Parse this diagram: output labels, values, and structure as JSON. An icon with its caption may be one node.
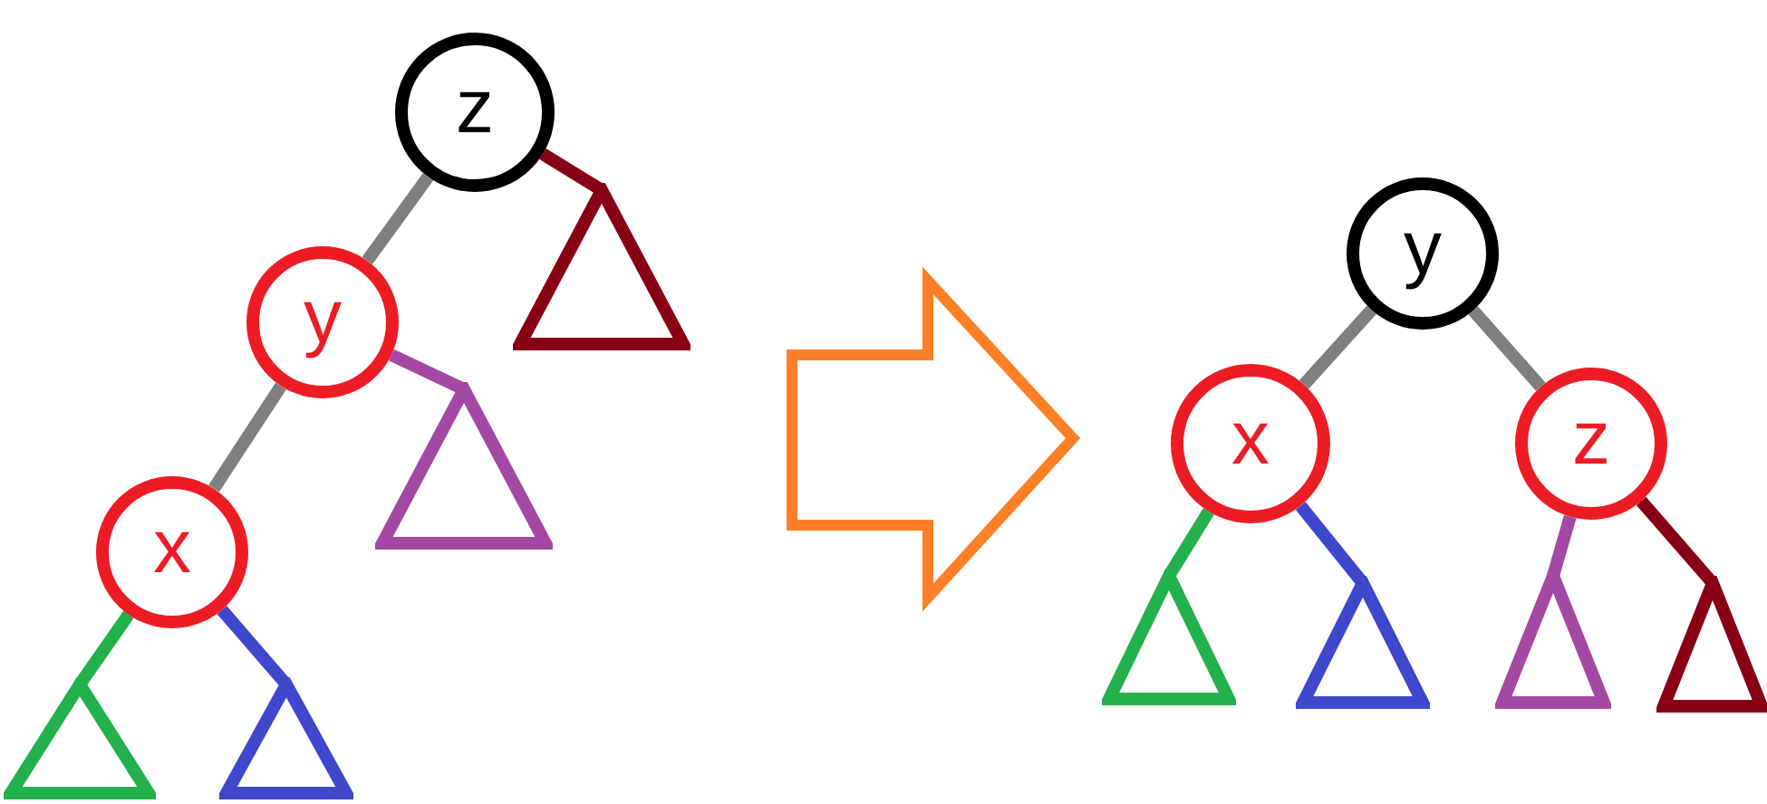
{
  "diagram": {
    "nodes": [
      {
        "text": [
          "z"
        ]
      },
      {
        "text": [
          "y"
        ]
      },
      {
        "text": [],
        "shape": "triangle"
      },
      {
        "text": [
          "x"
        ]
      },
      {
        "text": [],
        "shape": "triangle"
      },
      {
        "text": [],
        "shape": "triangle"
      },
      {
        "text": [],
        "shape": "triangle"
      },
      {
        "text": [
          "y"
        ]
      },
      {
        "text": [
          "x"
        ]
      },
      {
        "text": [
          "z"
        ]
      },
      {
        "text": [],
        "shape": "triangle"
      },
      {
        "text": [],
        "shape": "triangle"
      },
      {
        "text": [],
        "shape": "triangle"
      },
      {
        "text": [],
        "shape": "triangle"
      }
    ],
    "edges": [
      {
        "from": 0,
        "to": 1,
        "arrow": "none"
      },
      {
        "from": 0,
        "to": 2,
        "arrow": "none",
        "color": "#880015"
      },
      {
        "from": 1,
        "to": 3,
        "arrow": "none"
      },
      {
        "from": 1,
        "to": 4,
        "arrow": "none",
        "color": "#a349a4"
      },
      {
        "from": 3,
        "to": 5,
        "arrow": "none",
        "color": "#22b14c"
      },
      {
        "from": 3,
        "to": 6,
        "arrow": "none",
        "color": "#3f48cc"
      },
      {
        "from": 7,
        "to": 8,
        "arrow": "none"
      },
      {
        "from": 7,
        "to": 9,
        "arrow": "none"
      },
      {
        "from": 8,
        "to": 10,
        "arrow": "none",
        "color": "#22b14c"
      },
      {
        "from": 8,
        "to": 11,
        "arrow": "none",
        "color": "#3f48cc"
      },
      {
        "from": 9,
        "to": 12,
        "arrow": "none",
        "color": "#a349a4"
      },
      {
        "from": 9,
        "to": 13,
        "arrow": "none",
        "color": "#880015"
      }
    ]
  }
}
